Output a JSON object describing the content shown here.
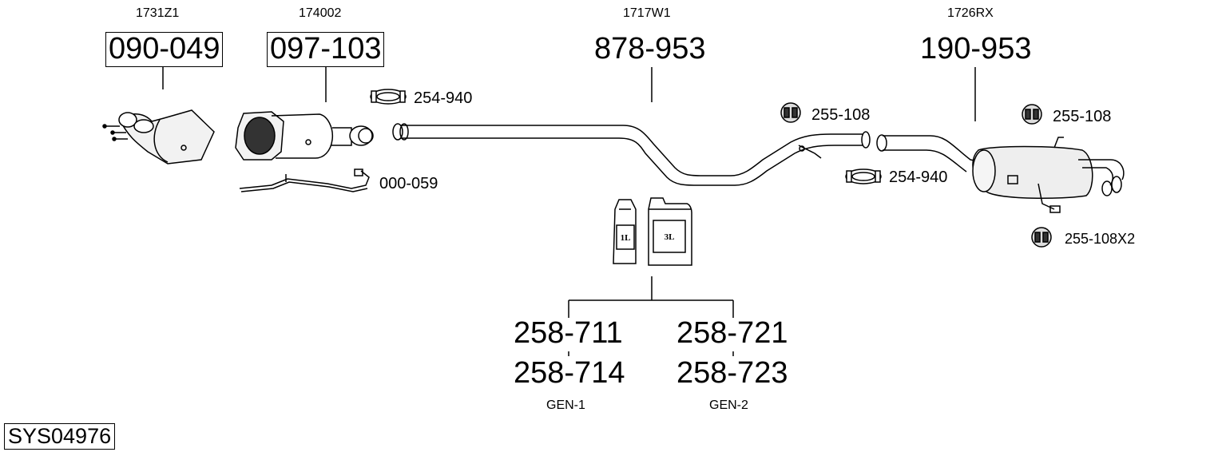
{
  "system_code": "SYS04976",
  "parts": [
    {
      "ref": "1731Z1",
      "part_no": "090-049",
      "boxed": true
    },
    {
      "ref": "174002",
      "part_no": "097-103",
      "boxed": true
    },
    {
      "ref": "1717W1",
      "part_no": "878-953",
      "boxed": false
    },
    {
      "ref": "1726RX",
      "part_no": "190-953",
      "boxed": false
    }
  ],
  "accessories": {
    "clamp_1": "254-940",
    "sensor": "000-059",
    "hanger_1": "255-108",
    "clamp_2": "254-940",
    "hanger_2": "255-108",
    "hanger_3": "255-108X2"
  },
  "containers": {
    "small_label": "1L",
    "large_label": "3L"
  },
  "fluid_kits": [
    {
      "codes": [
        "258-711",
        "258-714"
      ],
      "label": "GEN-1"
    },
    {
      "codes": [
        "258-721",
        "258-723"
      ],
      "label": "GEN-2"
    }
  ]
}
